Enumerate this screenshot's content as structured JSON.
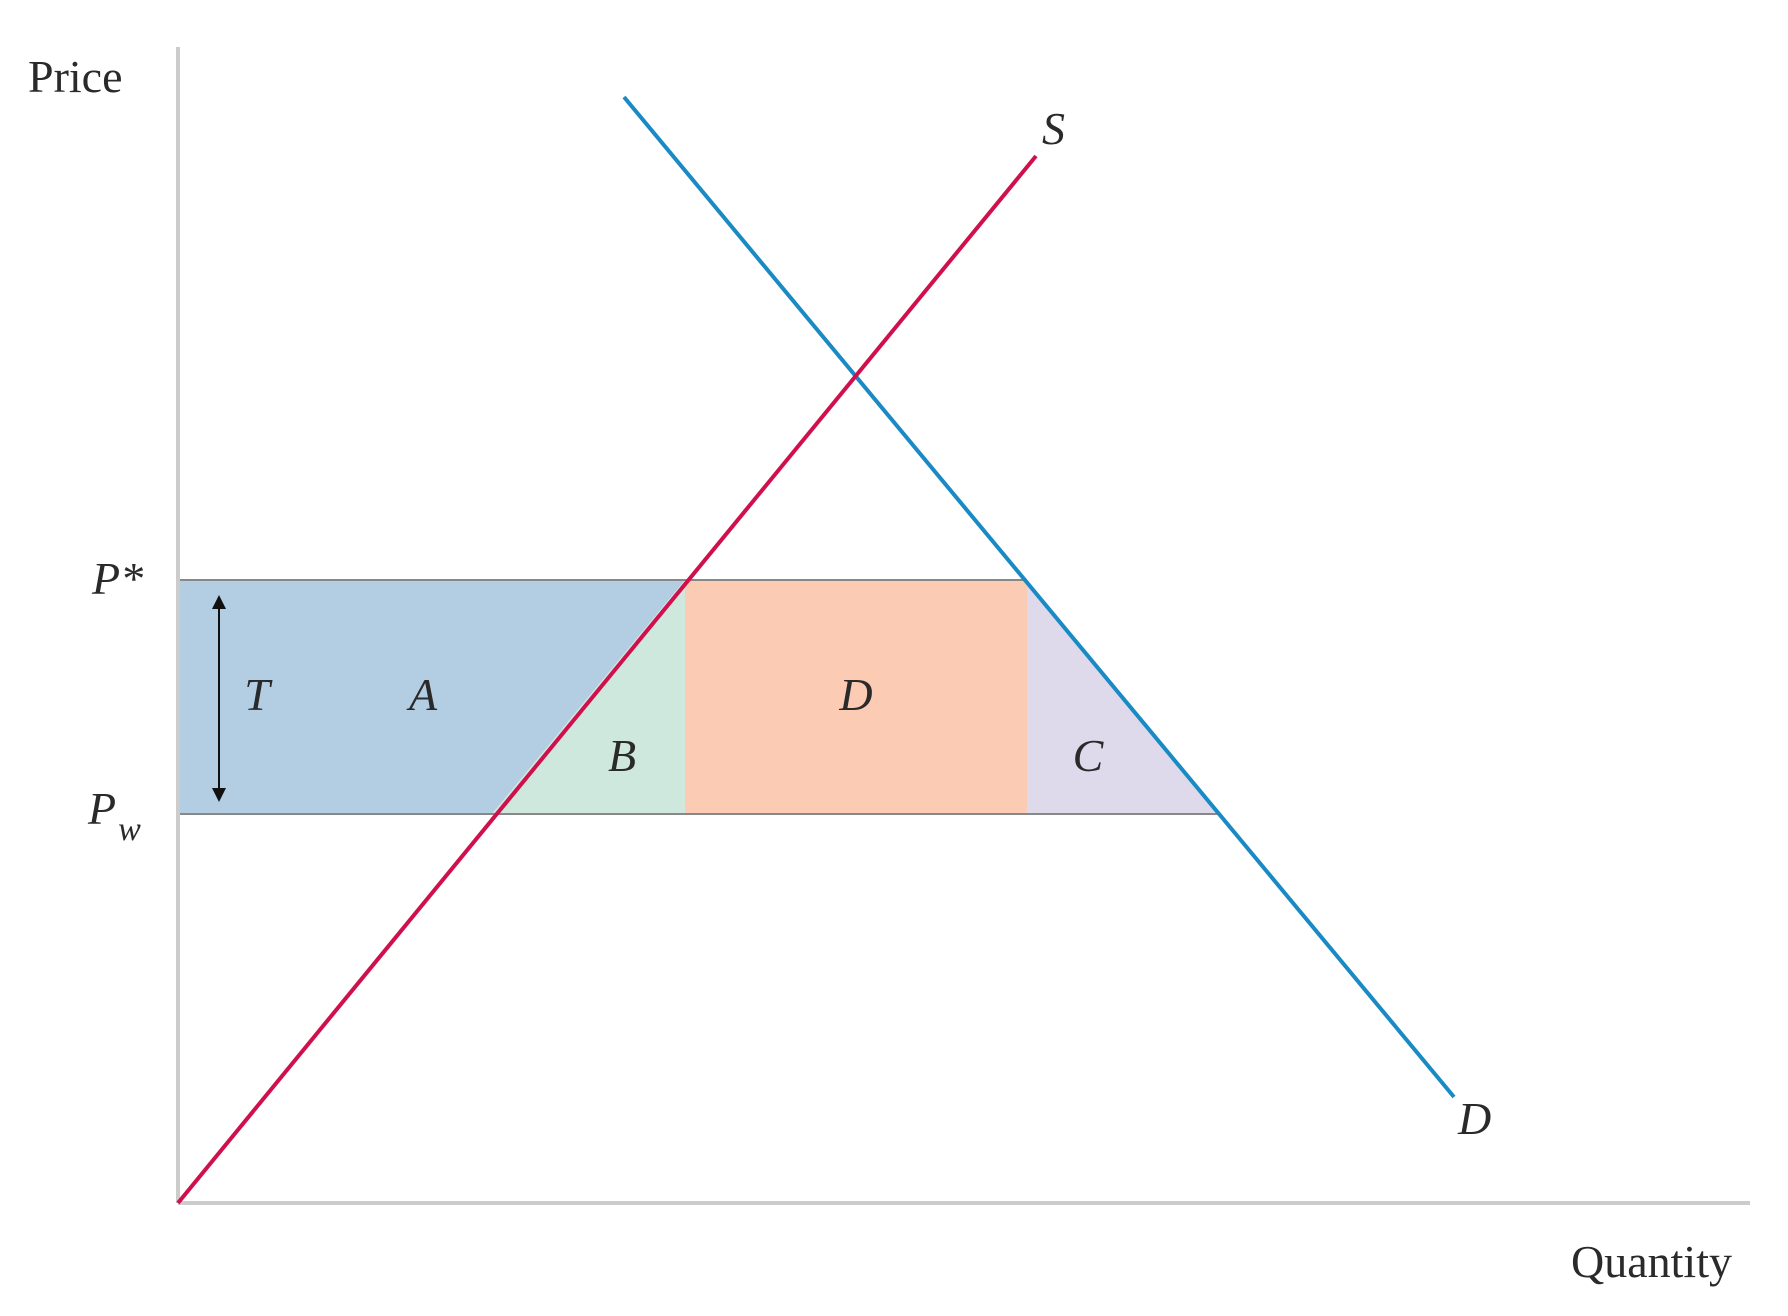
{
  "axes": {
    "y_title": "Price",
    "x_title": "Quantity"
  },
  "price_levels": {
    "p_star": "P*",
    "p_w_main": "P",
    "p_w_sub": "w"
  },
  "curves": {
    "supply_label": "S",
    "demand_label": "D"
  },
  "regions": {
    "a": "A",
    "b": "B",
    "c": "C",
    "d": "D",
    "t": "T"
  },
  "colors": {
    "supply": "#d0104c",
    "demand": "#1a8ac4",
    "region_a": "#b3cde3",
    "region_b": "#cfe8de",
    "region_c": "#dedaec",
    "region_d": "#fbcbb3",
    "axis": "#cccccc",
    "price_line": "#888888"
  }
}
